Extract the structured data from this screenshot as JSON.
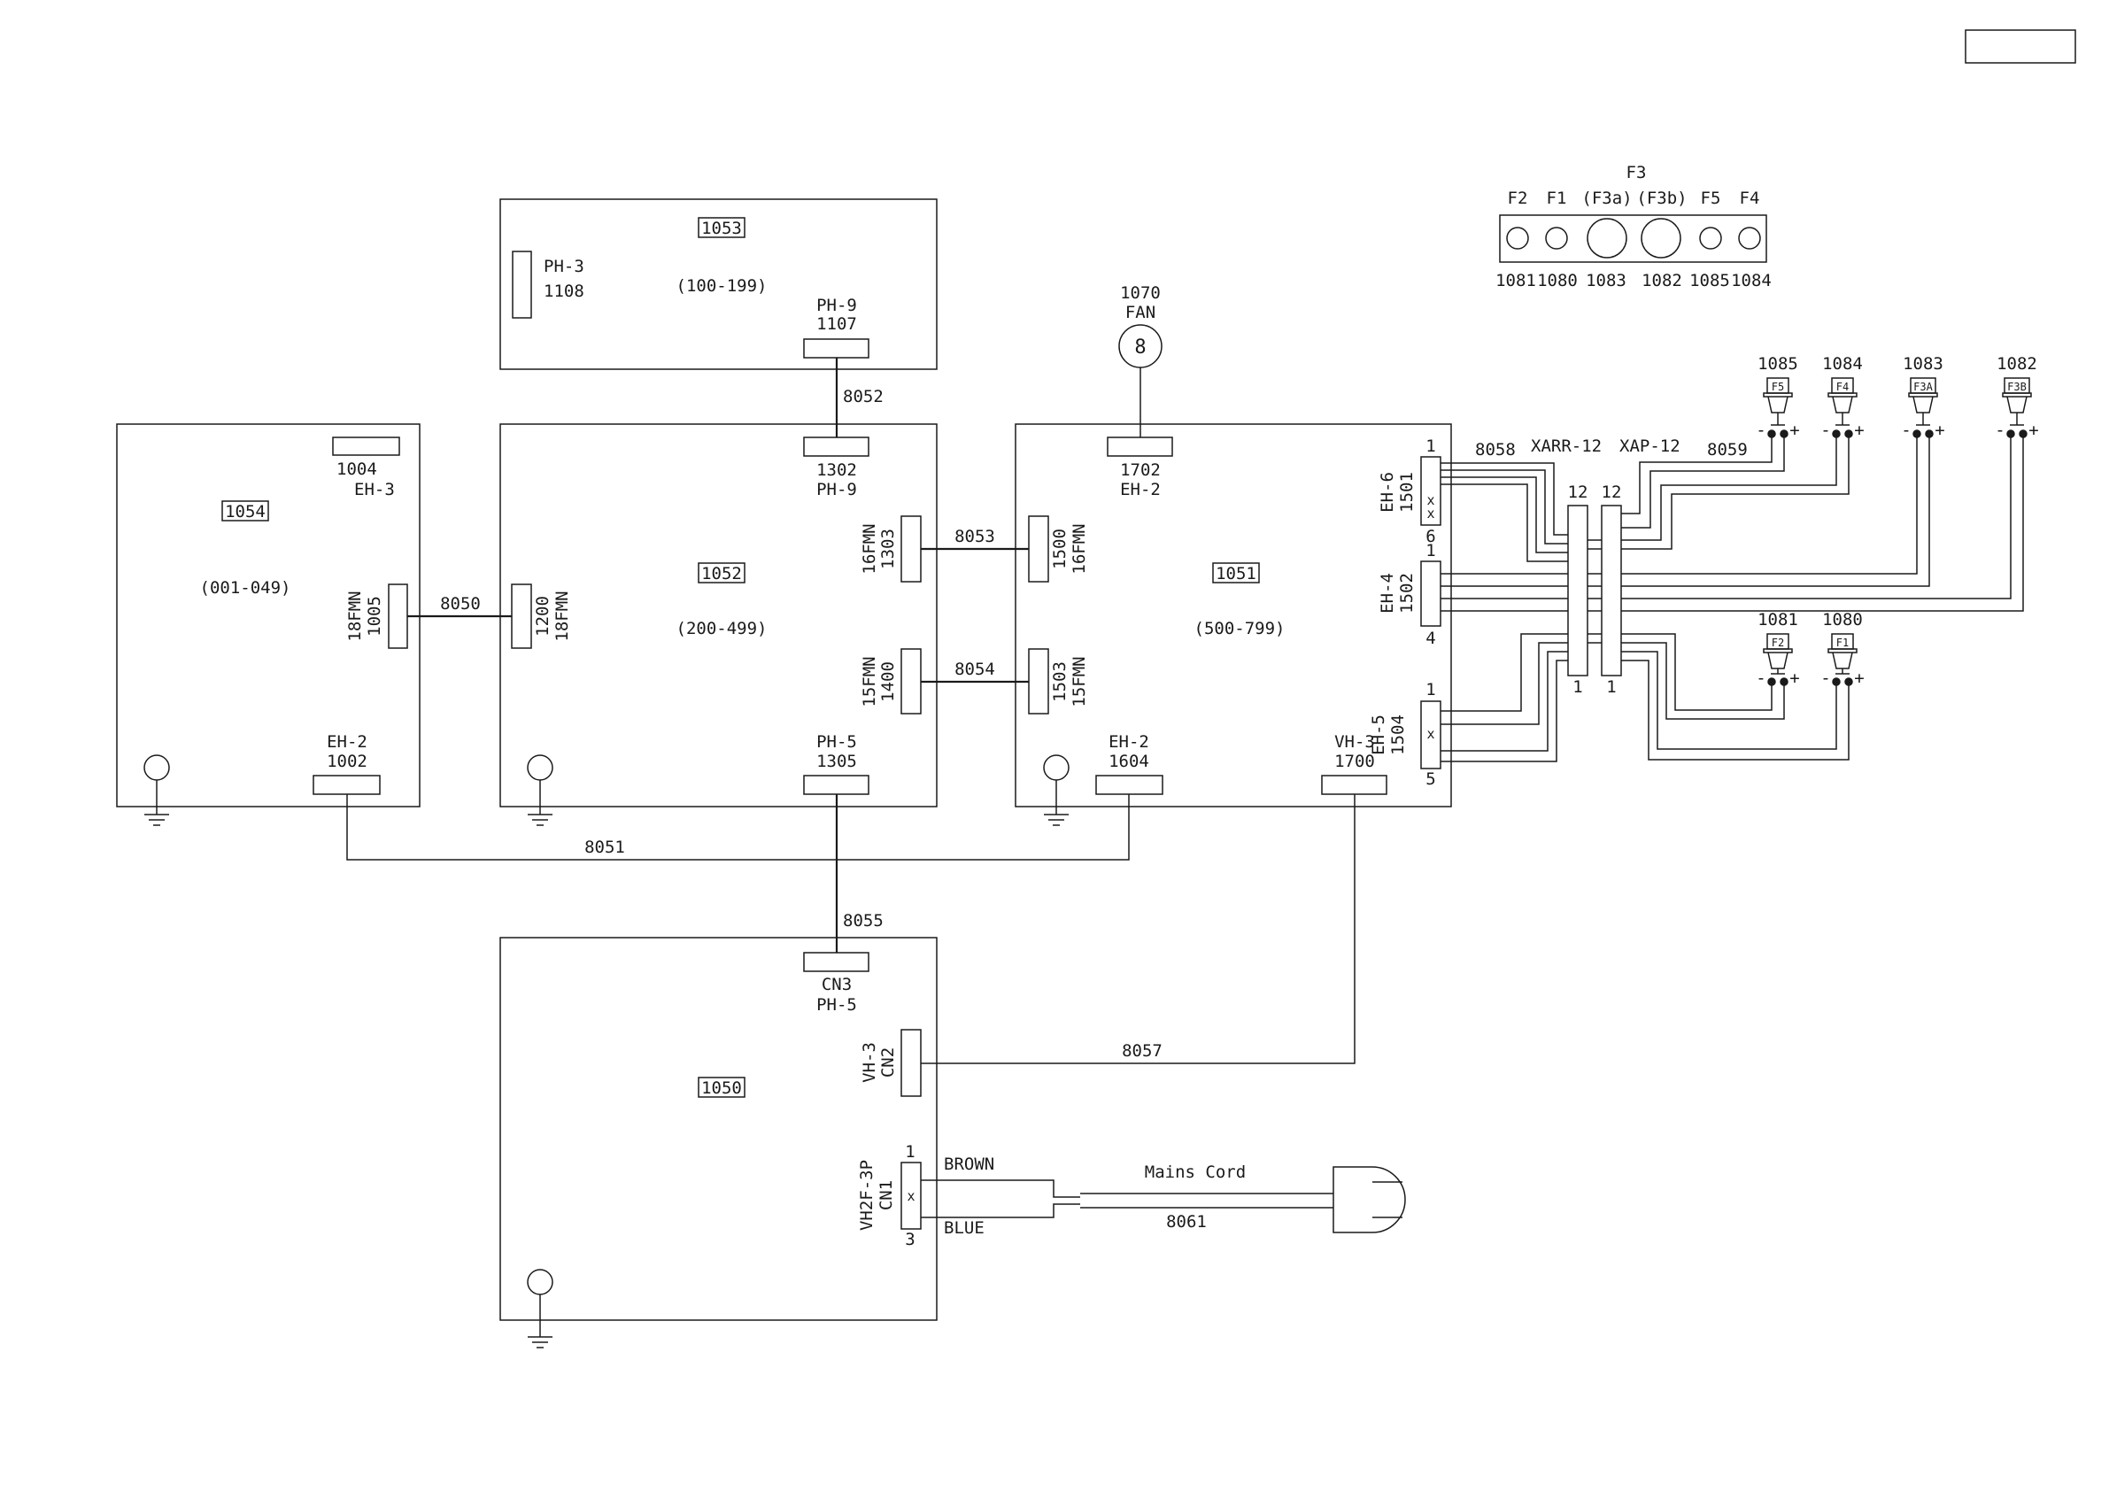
{
  "boards": {
    "b1053": {
      "id": "1053",
      "range": "(100-199)"
    },
    "b1054": {
      "id": "1054",
      "range": "(001-049)"
    },
    "b1052": {
      "id": "1052",
      "range": "(200-499)"
    },
    "b1051": {
      "id": "1051",
      "range": "(500-799)"
    },
    "b1050": {
      "id": "1050"
    }
  },
  "connectors": {
    "c1108": {
      "type": "PH-3",
      "num": "1108"
    },
    "c1107": {
      "type": "PH-9",
      "num": "1107"
    },
    "c1004": {
      "num": "1004",
      "type": "EH-3"
    },
    "c1005": {
      "type": "18FMN",
      "num": "1005"
    },
    "c1002": {
      "type": "EH-2",
      "num": "1002"
    },
    "c1302": {
      "num": "1302",
      "type": "PH-9"
    },
    "c1303": {
      "type": "16FMN",
      "num": "1303"
    },
    "c1200": {
      "num": "1200",
      "type": "18FMN"
    },
    "c1400": {
      "type": "15FMN",
      "num": "1400"
    },
    "c1305": {
      "type": "PH-5",
      "num": "1305"
    },
    "c1702": {
      "num": "1702",
      "type": "EH-2"
    },
    "c1500": {
      "num": "1500",
      "type": "16FMN"
    },
    "c1503": {
      "num": "1503",
      "type": "15FMN"
    },
    "c1604": {
      "type": "EH-2",
      "num": "1604"
    },
    "c1700": {
      "type": "VH-3",
      "num": "1700"
    },
    "c1501": {
      "type": "EH-6",
      "num": "1501",
      "pin_first": "1",
      "pin_last": "6",
      "x1": "x",
      "x2": "x"
    },
    "c1502": {
      "type": "EH-4",
      "num": "1502",
      "pin_first": "1",
      "pin_last": "4"
    },
    "c1504": {
      "type": "EH-5",
      "num": "1504",
      "pin_first": "1",
      "pin_last": "5",
      "x1": "x"
    },
    "cCN3": {
      "num": "CN3",
      "type": "PH-5"
    },
    "cCN2": {
      "type": "VH-3",
      "num": "CN2"
    },
    "cCN1": {
      "type": "VH2F-3P",
      "num": "CN1",
      "pin_first": "1",
      "pin_last": "3",
      "x1": "x"
    }
  },
  "harnesses": [
    "8052",
    "8053",
    "8050",
    "8054",
    "8051",
    "8055",
    "8057",
    "8058",
    "8059",
    "8061"
  ],
  "relay": {
    "xarr": {
      "label": "XARR-12",
      "top": "12",
      "bottom": "1"
    },
    "xap": {
      "label": "XAP-12",
      "top": "12",
      "bottom": "1"
    }
  },
  "fan": {
    "num": "1070",
    "label": "FAN",
    "symbol": "8"
  },
  "fuse_panel": {
    "title": "F3",
    "labels": [
      "F2",
      "F1",
      "(F3a)",
      "(F3b)",
      "F5",
      "F4"
    ],
    "numbers": [
      "1081",
      "1080",
      "1083",
      "1082",
      "1085",
      "1084"
    ]
  },
  "speakers": [
    {
      "num": "1085",
      "label": "F5",
      "minus": "-",
      "plus": "+"
    },
    {
      "num": "1084",
      "label": "F4",
      "minus": "-",
      "plus": "+"
    },
    {
      "num": "1083",
      "label": "F3A",
      "minus": "-",
      "plus": "+"
    },
    {
      "num": "1082",
      "label": "F3B",
      "minus": "-",
      "plus": "+"
    },
    {
      "num": "1081",
      "label": "F2",
      "minus": "-",
      "plus": "+"
    },
    {
      "num": "1080",
      "label": "F1",
      "minus": "-",
      "plus": "+"
    }
  ],
  "mains": {
    "brown": "BROWN",
    "blue": "BLUE",
    "cord": "Mains Cord"
  }
}
